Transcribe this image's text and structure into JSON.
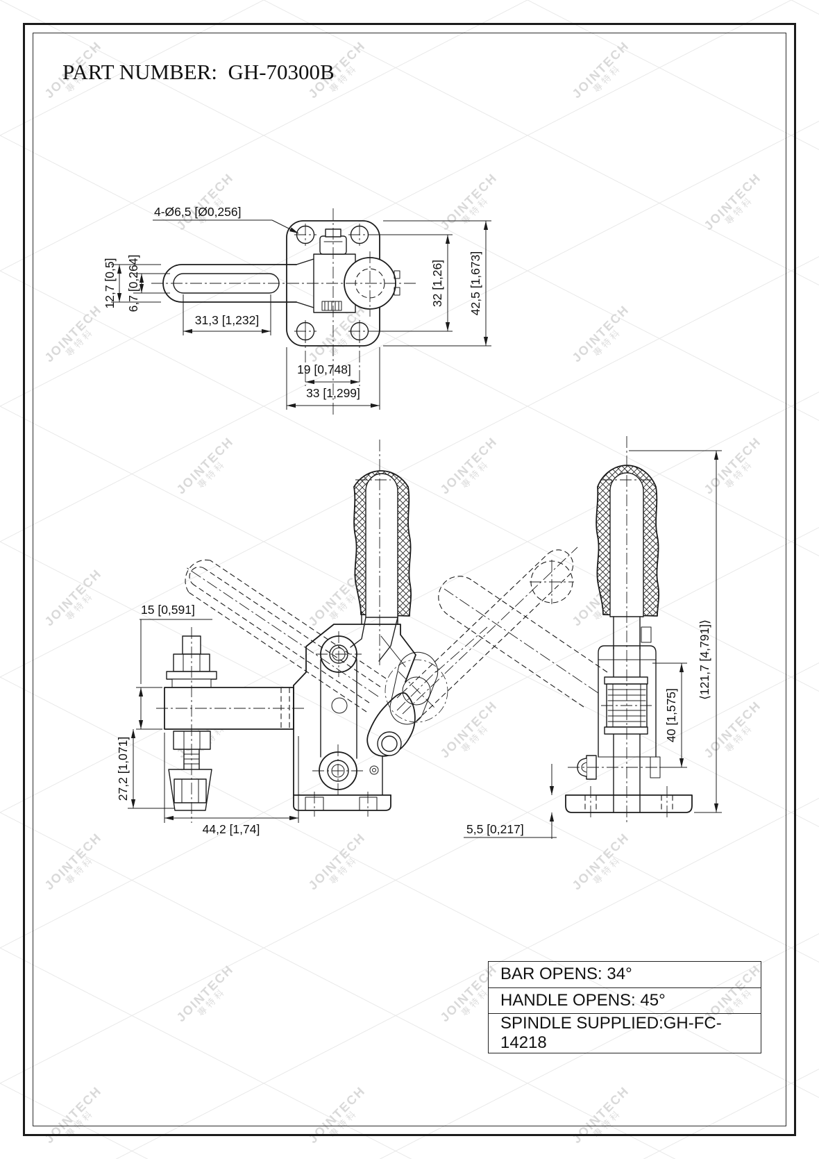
{
  "title": "PART NUMBER:  GH-70300B",
  "watermark": {
    "brand": "JOINTECH",
    "brand_cn": "專特科"
  },
  "dimensions": {
    "top_view": {
      "mount_holes": "4-Ø6,5 [Ø0,256]",
      "bar_width": "12,7 [0,5]",
      "slot_width": "6,7 [0,264]",
      "slot_length": "31,3 [1,232]",
      "hole_pitch_vertical": "32 [1,26]",
      "base_length": "42,5 [1,673]",
      "hole_pitch_horizontal": "19 [0,748]",
      "base_width": "33 [1,299]"
    },
    "front_view": {
      "bar_section_height": "15 [0,591]",
      "spindle_clearance": "27,2 [1,071]",
      "bar_length": "44,2 [1,74]"
    },
    "side_view": {
      "pivot_height": "40 [1,575]",
      "overall_height": "⟨121,7 [4,791]⟩",
      "flange_thickness": "5,5 [0,217]"
    }
  },
  "spec_table": {
    "rows": [
      "BAR OPENS: 34°",
      "HANDLE OPENS: 45°",
      "SPINDLE SUPPLIED:GH-FC-14218"
    ]
  }
}
